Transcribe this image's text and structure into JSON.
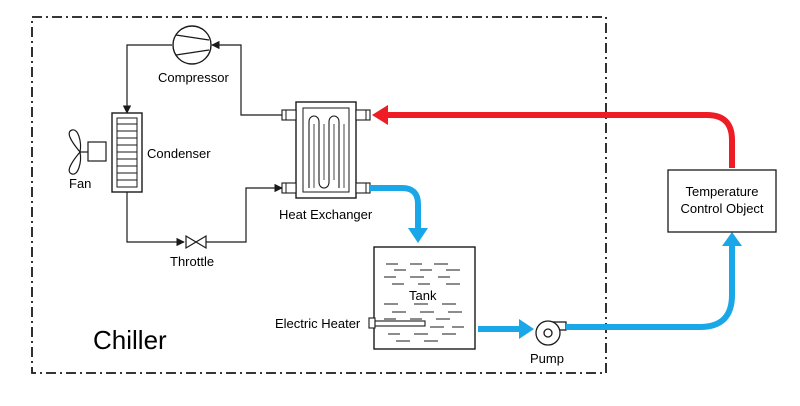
{
  "diagram": {
    "enclosure_label": "Chiller",
    "components": {
      "compressor": "Compressor",
      "condenser": "Condenser",
      "fan": "Fan",
      "throttle": "Throttle",
      "heat_exchanger": "Heat Exchanger",
      "tank": "Tank",
      "electric_heater": "Electric Heater",
      "pump": "Pump",
      "temperature_control_object": [
        "Temperature",
        "Control Object"
      ]
    },
    "colors": {
      "hot_flow": "#ee1c25",
      "cold_flow": "#1aa7e8",
      "refrigerant_line": "#1a1a1a",
      "enclosure_border": "#1a1a1a"
    }
  }
}
